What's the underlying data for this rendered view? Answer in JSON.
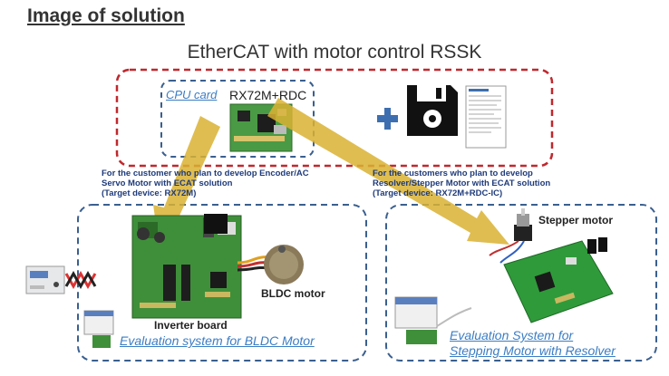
{
  "heading": "Image of solution",
  "subtitle": "EtherCAT with motor control RSSK",
  "cpu_card": {
    "label": "CPU card",
    "model": "RX72M+RDC"
  },
  "left_note": [
    "For the customer who plan to develop Encoder/AC",
    "Servo Motor with ECAT solution",
    "(Target device: RX72M)"
  ],
  "right_note": [
    "For the customers who plan to develop",
    "Resolver/Stepper Motor with ECAT solution",
    "(Target device: RX72M+RDC-IC)"
  ],
  "labels": {
    "inverter_board": "Inverter board",
    "bldc_motor": "BLDC motor",
    "stepper_motor": "Stepper motor"
  },
  "eval_left": "Evaluation system for BLDC Motor",
  "eval_right": [
    "Evaluation System for",
    "Stepping Motor with Resolver"
  ],
  "colors": {
    "red_dashed": "#c0282d",
    "blue_dashed": "#3a5f8f",
    "arrow": "#d9b233",
    "plus": "#3d6fb0",
    "pcb_green": "#3f8f3a",
    "link_blue": "#3b7dc4"
  }
}
